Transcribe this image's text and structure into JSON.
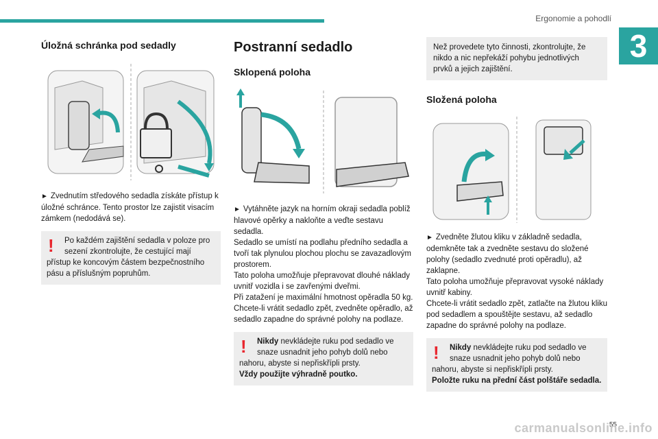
{
  "header": {
    "section_title": "Ergonomie a pohodlí",
    "chapter_number": "3",
    "accent_color": "#2aa4a0"
  },
  "left": {
    "title": "Úložná schránka pod sedadly",
    "step_text": "Zvednutím středového sedadla získáte přístup k úložné schránce. Tento prostor lze zajistit visacím zámkem (nedodává se).",
    "warning_text": "Po každém zajištění sedadla v poloze pro sezení zkontrolujte, že cestující mají přístup ke koncovým částem bezpečnostního pásu a příslušným popruhům."
  },
  "middle": {
    "title": "Postranní sedadlo",
    "subtitle": "Sklopená poloha",
    "step_lines": [
      "Vytáhněte jazyk na horním okraji sedadla poblíž hlavové opěrky a nakloňte a veďte sestavu sedadla.",
      "Sedadlo se umístí na podlahu předního sedadla a tvoří tak plynulou plochou plochu se zavazadlovým prostorem.",
      "Tato poloha umožňuje přepravovat dlouhé náklady uvnitř vozidla i se zavřenými dveřmi.",
      "Při zatažení je maximální hmotnost opěradla 50 kg.",
      "Chcete-li vrátit sedadlo zpět, zvedněte opěradlo, až sedadlo zapadne do správné polohy na podlaze."
    ],
    "warning_bold": "Nikdy",
    "warning_text": " nevkládejte ruku pod sedadlo ve snaze usnadnit jeho pohyb dolů nebo nahoru, abyste si nepřiskřípli prsty.",
    "warning_strong": "Vždy použijte výhradně poutko."
  },
  "right": {
    "info_text": "Než provedete tyto činnosti, zkontrolujte, že nikdo a nic nepřekáží pohybu jednotlivých prvků a jejich zajištění.",
    "subtitle": "Složená poloha",
    "step_lines": [
      "Zvedněte žlutou kliku v základně sedadla, odemkněte tak a zvedněte sestavu do složené polohy (sedadlo zvednuté proti opěradlu), až zaklapne.",
      "Tato poloha umožňuje přepravovat vysoké náklady uvnitř kabiny.",
      "Chcete-li vrátit sedadlo zpět, zatlačte na žlutou kliku pod sedadlem a spouštějte sestavu, až sedadlo zapadne do správné polohy na podlaze."
    ],
    "warning_bold": "Nikdy",
    "warning_text": " nevkládejte ruku pod sedadlo ve snaze usnadnit jeho pohyb dolů nebo nahoru, abyste si nepřiskřípli prsty.",
    "warning_strong": "Položte ruku na přední část polštáře sedadla."
  },
  "footer": {
    "page_number": "55",
    "watermark": "carmanualsonline.info"
  }
}
